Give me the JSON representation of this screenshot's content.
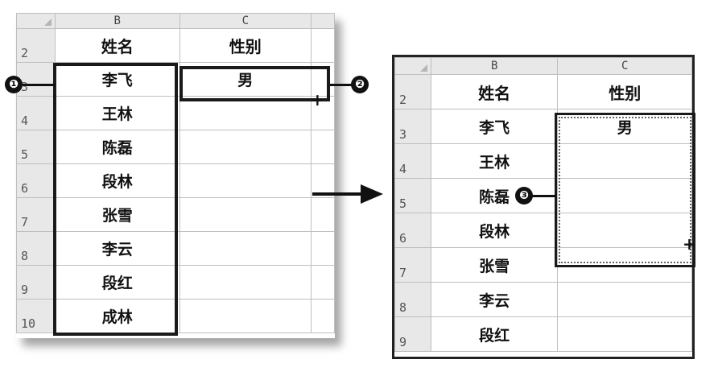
{
  "left_sheet": {
    "columns": [
      "B",
      "C"
    ],
    "rows": [
      {
        "num": "2",
        "name": "姓名",
        "gender": "性别"
      },
      {
        "num": "3",
        "name": "李飞",
        "gender": "男"
      },
      {
        "num": "4",
        "name": "王林",
        "gender": ""
      },
      {
        "num": "5",
        "name": "陈磊",
        "gender": ""
      },
      {
        "num": "6",
        "name": "段林",
        "gender": ""
      },
      {
        "num": "7",
        "name": "张雪",
        "gender": ""
      },
      {
        "num": "8",
        "name": "李云",
        "gender": ""
      },
      {
        "num": "9",
        "name": "段红",
        "gender": ""
      },
      {
        "num": "10",
        "name": "成林",
        "gender": ""
      }
    ]
  },
  "right_sheet": {
    "columns": [
      "B",
      "C"
    ],
    "rows": [
      {
        "num": "2",
        "name": "姓名",
        "gender": "性别"
      },
      {
        "num": "3",
        "name": "李飞",
        "gender": "男"
      },
      {
        "num": "4",
        "name": "王林",
        "gender": ""
      },
      {
        "num": "5",
        "name": "陈磊",
        "gender": ""
      },
      {
        "num": "6",
        "name": "段林",
        "gender": ""
      },
      {
        "num": "7",
        "name": "张雪",
        "gender": ""
      },
      {
        "num": "8",
        "name": "李云",
        "gender": ""
      },
      {
        "num": "9",
        "name": "段红",
        "gender": ""
      }
    ]
  },
  "callouts": [
    "❶",
    "❷",
    "❸"
  ],
  "fill_handle_glyph": "+",
  "colors": {
    "grid": "#bfbfbf",
    "header_bg": "#e8e8e8",
    "outline": "#1a1a1a"
  }
}
